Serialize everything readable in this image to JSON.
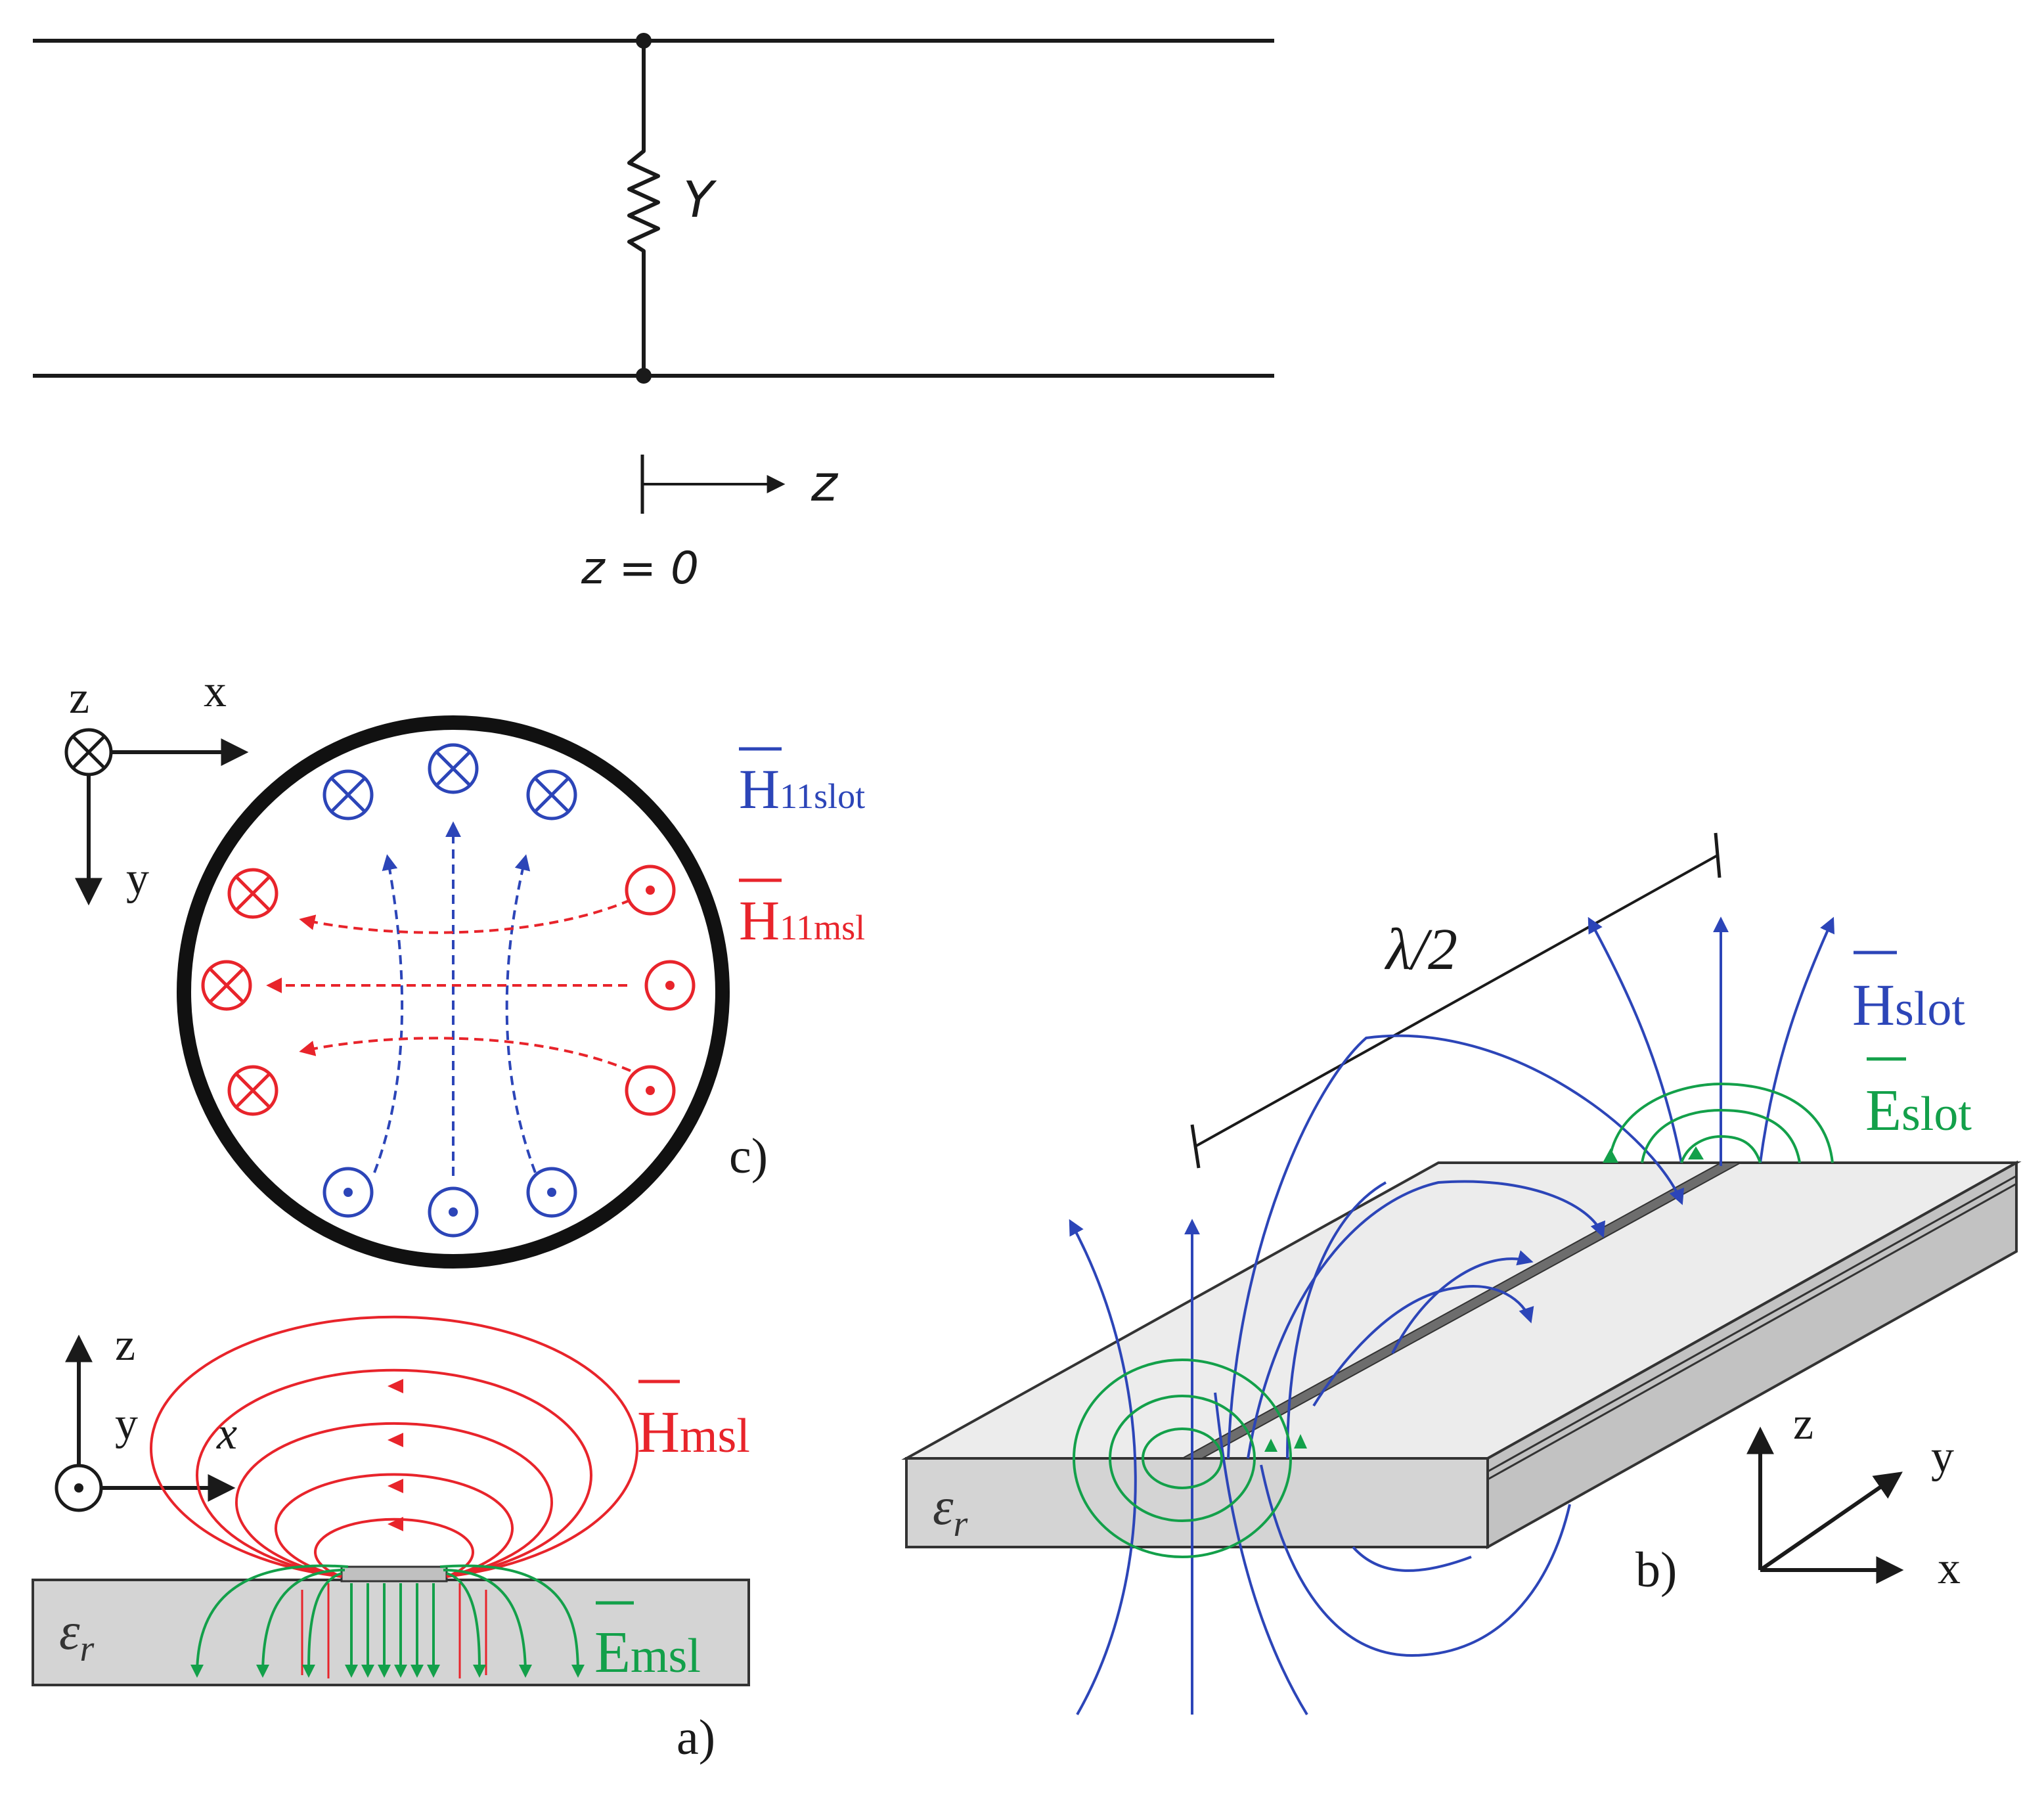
{
  "colors": {
    "ink": "#1a1a1a",
    "red": "#e8242b",
    "blue": "#2c45b8",
    "green": "#13a04a",
    "substrate": "#d4d4d4"
  },
  "top_circuit": {
    "element_label": "Y",
    "axis_label": "z",
    "origin_label": "z = 0"
  },
  "panel_c": {
    "tag": "c)",
    "axis_z": "z",
    "axis_x": "x",
    "axis_y": "y",
    "h11slot_main": "H",
    "h11slot_sub": "11slot",
    "h11msl_main": "H",
    "h11msl_sub": "11msl"
  },
  "panel_a": {
    "tag": "a)",
    "axis_z": "z",
    "axis_y": "y",
    "axis_x": "x",
    "eps_main": "ε",
    "eps_sub": "r",
    "hmsl_main": "H",
    "hmsl_sub": "msl",
    "emsl_main": "E",
    "emsl_sub": "msl"
  },
  "panel_b": {
    "tag": "b)",
    "length_label": "λ/2",
    "axis_z": "z",
    "axis_y": "y",
    "axis_x": "x",
    "eps_main": "ε",
    "eps_sub": "r",
    "hslot_main": "H",
    "hslot_sub": "slot",
    "eslot_main": "E",
    "eslot_sub": "slot"
  }
}
